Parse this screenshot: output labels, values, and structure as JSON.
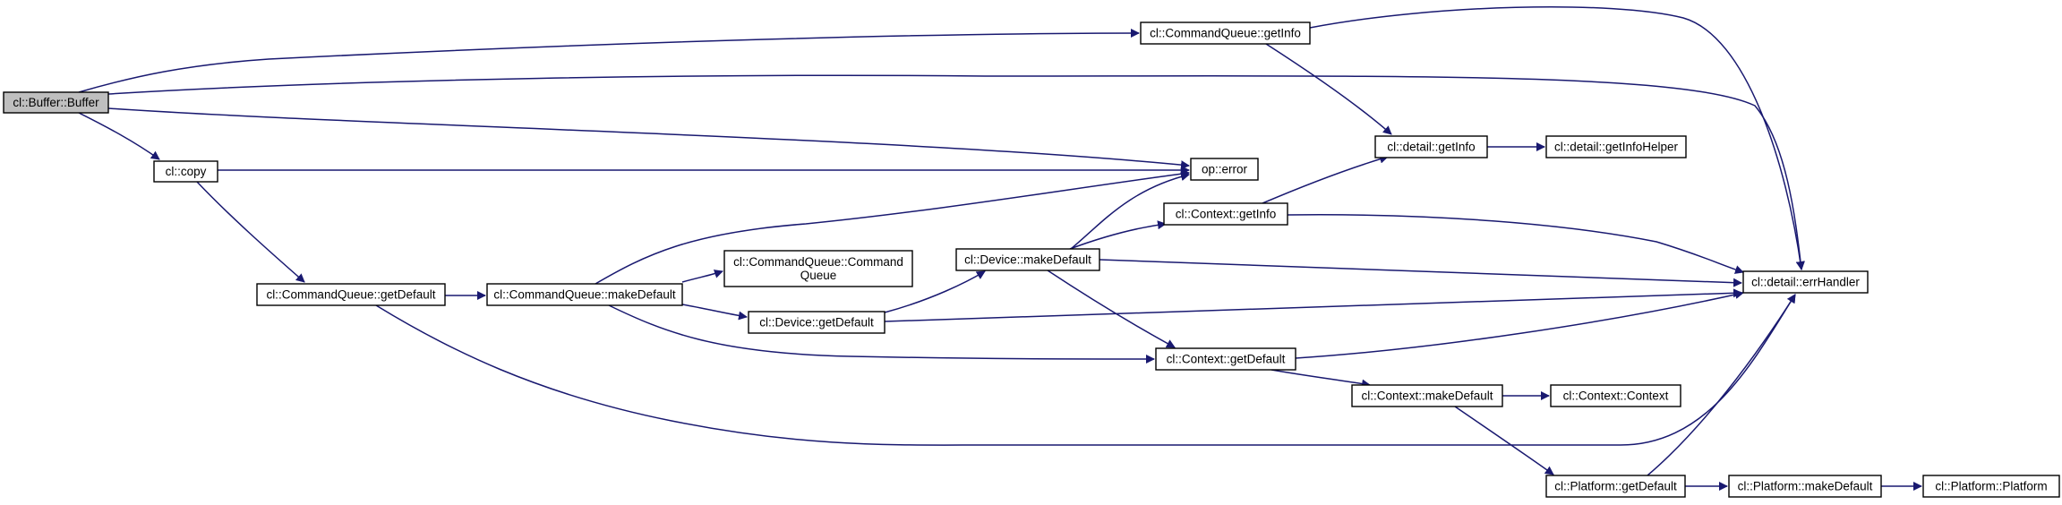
{
  "nodes": [
    {
      "id": "buffer",
      "lines": [
        "cl::Buffer::Buffer"
      ],
      "root": true
    },
    {
      "id": "copy",
      "lines": [
        "cl::copy"
      ]
    },
    {
      "id": "cq_getinfo",
      "lines": [
        "cl::CommandQueue::getInfo"
      ]
    },
    {
      "id": "op_error",
      "lines": [
        "op::error"
      ]
    },
    {
      "id": "cq_getdefault",
      "lines": [
        "cl::CommandQueue::getDefault"
      ]
    },
    {
      "id": "cq_makedefault",
      "lines": [
        "cl::CommandQueue::makeDefault"
      ]
    },
    {
      "id": "cq_ctor",
      "lines": [
        "cl::CommandQueue::Command",
        "Queue"
      ]
    },
    {
      "id": "dev_getdefault",
      "lines": [
        "cl::Device::getDefault"
      ]
    },
    {
      "id": "dev_makedefault",
      "lines": [
        "cl::Device::makeDefault"
      ]
    },
    {
      "id": "ctx_getinfo",
      "lines": [
        "cl::Context::getInfo"
      ]
    },
    {
      "id": "ctx_getdefault",
      "lines": [
        "cl::Context::getDefault"
      ]
    },
    {
      "id": "ctx_makedefault",
      "lines": [
        "cl::Context::makeDefault"
      ]
    },
    {
      "id": "ctx_ctor",
      "lines": [
        "cl::Context::Context"
      ]
    },
    {
      "id": "detail_getinfo",
      "lines": [
        "cl::detail::getInfo"
      ]
    },
    {
      "id": "detail_getinfohelper",
      "lines": [
        "cl::detail::getInfoHelper"
      ]
    },
    {
      "id": "errhandler",
      "lines": [
        "cl::detail::errHandler"
      ]
    },
    {
      "id": "plat_getdefault",
      "lines": [
        "cl::Platform::getDefault"
      ]
    },
    {
      "id": "plat_makedefault",
      "lines": [
        "cl::Platform::makeDefault"
      ]
    },
    {
      "id": "plat_ctor",
      "lines": [
        "cl::Platform::Platform"
      ]
    }
  ],
  "edges": [
    {
      "from": "buffer",
      "to": "cq_getinfo"
    },
    {
      "from": "buffer",
      "to": "errhandler"
    },
    {
      "from": "buffer",
      "to": "op_error"
    },
    {
      "from": "buffer",
      "to": "copy"
    },
    {
      "from": "copy",
      "to": "op_error"
    },
    {
      "from": "copy",
      "to": "cq_getdefault"
    },
    {
      "from": "cq_getinfo",
      "to": "detail_getinfo"
    },
    {
      "from": "cq_getinfo",
      "to": "errhandler"
    },
    {
      "from": "cq_getdefault",
      "to": "cq_makedefault"
    },
    {
      "from": "cq_getdefault",
      "to": "errhandler"
    },
    {
      "from": "cq_makedefault",
      "to": "op_error"
    },
    {
      "from": "cq_makedefault",
      "to": "cq_ctor"
    },
    {
      "from": "cq_makedefault",
      "to": "dev_getdefault"
    },
    {
      "from": "cq_makedefault",
      "to": "ctx_getdefault"
    },
    {
      "from": "dev_getdefault",
      "to": "dev_makedefault"
    },
    {
      "from": "dev_getdefault",
      "to": "errhandler"
    },
    {
      "from": "dev_makedefault",
      "to": "op_error"
    },
    {
      "from": "dev_makedefault",
      "to": "ctx_getinfo"
    },
    {
      "from": "dev_makedefault",
      "to": "errhandler"
    },
    {
      "from": "dev_makedefault",
      "to": "ctx_getdefault"
    },
    {
      "from": "ctx_getinfo",
      "to": "detail_getinfo"
    },
    {
      "from": "ctx_getinfo",
      "to": "errhandler"
    },
    {
      "from": "detail_getinfo",
      "to": "detail_getinfohelper"
    },
    {
      "from": "ctx_getdefault",
      "to": "errhandler"
    },
    {
      "from": "ctx_getdefault",
      "to": "ctx_makedefault"
    },
    {
      "from": "ctx_makedefault",
      "to": "ctx_ctor"
    },
    {
      "from": "ctx_makedefault",
      "to": "plat_getdefault"
    },
    {
      "from": "plat_getdefault",
      "to": "errhandler"
    },
    {
      "from": "plat_getdefault",
      "to": "plat_makedefault"
    },
    {
      "from": "plat_makedefault",
      "to": "plat_ctor"
    }
  ],
  "colors": {
    "edge": "#191970",
    "node_border": "#000000",
    "node_fill": "#ffffff",
    "root_fill": "#bfbfbf"
  }
}
